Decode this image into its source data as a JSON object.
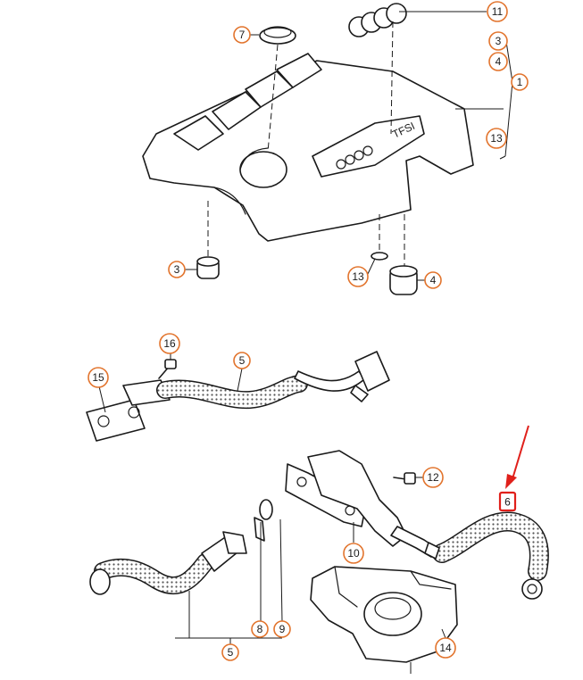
{
  "callouts": {
    "c1": "1",
    "c3a": "3",
    "c3b": "3",
    "c4a": "4",
    "c4b": "4",
    "c5a": "5",
    "c5b": "5",
    "c6": "6",
    "c7": "7",
    "c8": "8",
    "c9": "9",
    "c10": "10",
    "c11": "11",
    "c12": "12",
    "c13a": "13",
    "c13b": "13",
    "c14": "14",
    "c15": "15",
    "c16": "16"
  },
  "cover_badge": "TFSI",
  "colors": {
    "callout_ring": "#e2742d",
    "highlight": "#e0201b",
    "line": "#1a1a1a",
    "hose_fill": "#d9d9d9"
  }
}
